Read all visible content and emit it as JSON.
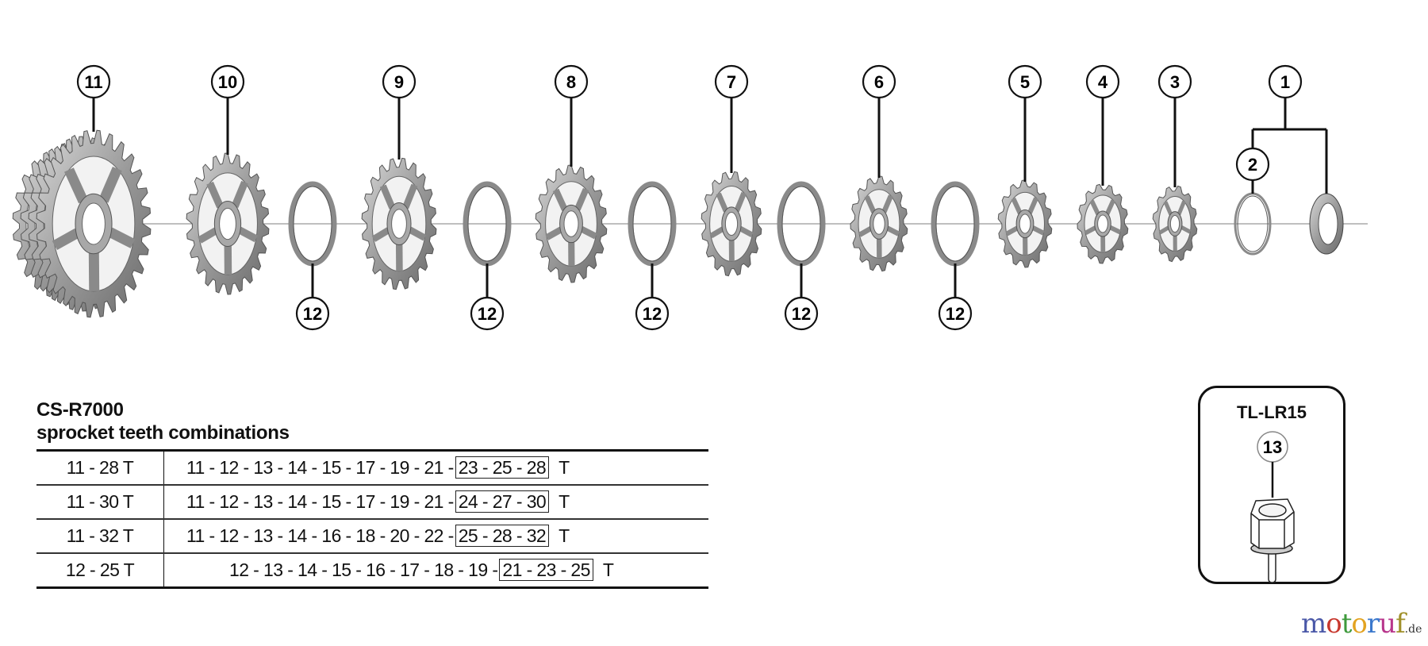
{
  "diagram": {
    "callouts_top": [
      "11",
      "10",
      "9",
      "8",
      "7",
      "6",
      "5",
      "4",
      "3",
      "1"
    ],
    "callout_sub": "2",
    "spacer_callouts": [
      "12",
      "12",
      "12",
      "12",
      "12"
    ]
  },
  "table": {
    "model": "CS-R7000",
    "subtitle": "sprocket teeth combinations",
    "rows": [
      {
        "range": "11 - 28 T",
        "sequence": "11 - 12 - 13 - 14 - 15 - 17 - 19 - 21 -",
        "boxed": "23 - 25 - 28",
        "unit": "T"
      },
      {
        "range": "11 - 30 T",
        "sequence": "11 - 12 - 13 - 14 - 15 - 17 - 19 - 21 -",
        "boxed": "24 - 27 - 30",
        "unit": "T"
      },
      {
        "range": "11 - 32 T",
        "sequence": "11 - 12 - 13 - 14 - 16 - 18 - 20 - 22 -",
        "boxed": "25 - 28 - 32",
        "unit": "T"
      },
      {
        "range": "12 - 25 T",
        "sequence": "12 - 13 - 14 - 15 - 16 - 17 - 18 - 19 -",
        "boxed": "21 - 23 - 25",
        "unit": "T"
      }
    ]
  },
  "tool": {
    "name": "TL-LR15",
    "callout": "13"
  },
  "watermark": {
    "letters": [
      "m",
      "o",
      "t",
      "o",
      "r",
      "u",
      "f"
    ],
    "colors": [
      "#4a58a8",
      "#c8382e",
      "#3e9a3c",
      "#e3a321",
      "#3a78cc",
      "#b8368c",
      "#a0902a"
    ],
    "tld": ".de"
  }
}
